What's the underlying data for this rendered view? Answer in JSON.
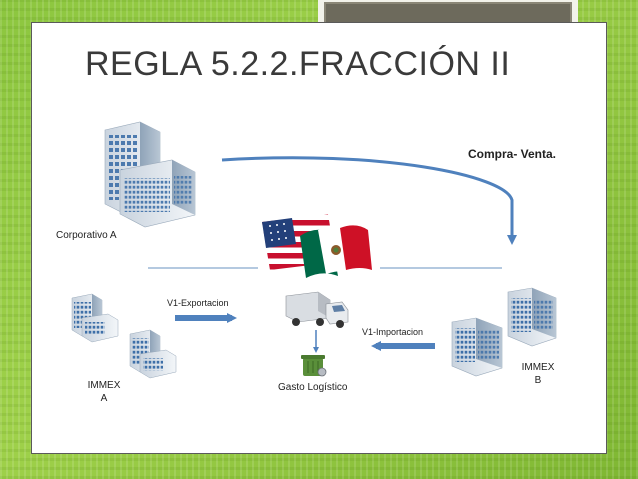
{
  "title": "REGLA 5.2.2.FRACCIÓN II",
  "labels": {
    "compra_venta": "Compra- Venta.",
    "corporativo_a": "Corporativo A",
    "v1_exportacion": "V1-Exportacion",
    "v1_importacion": "V1-Importacion",
    "immex_a_line1": "IMMEX",
    "immex_a_line2": "A",
    "immex_b_line1": "IMMEX",
    "immex_b_line2": "B",
    "gasto_logistico": "Gasto Logístico"
  },
  "icons": {
    "corporate_building": "building-icon",
    "flags": "usa-mexico-flags-icon",
    "truck": "truck-icon",
    "trash": "trash-can-icon"
  },
  "colors": {
    "arrow_blue": "#4f81bd",
    "background_green": "#8cc63f",
    "title_gray": "#3a3a3a"
  }
}
